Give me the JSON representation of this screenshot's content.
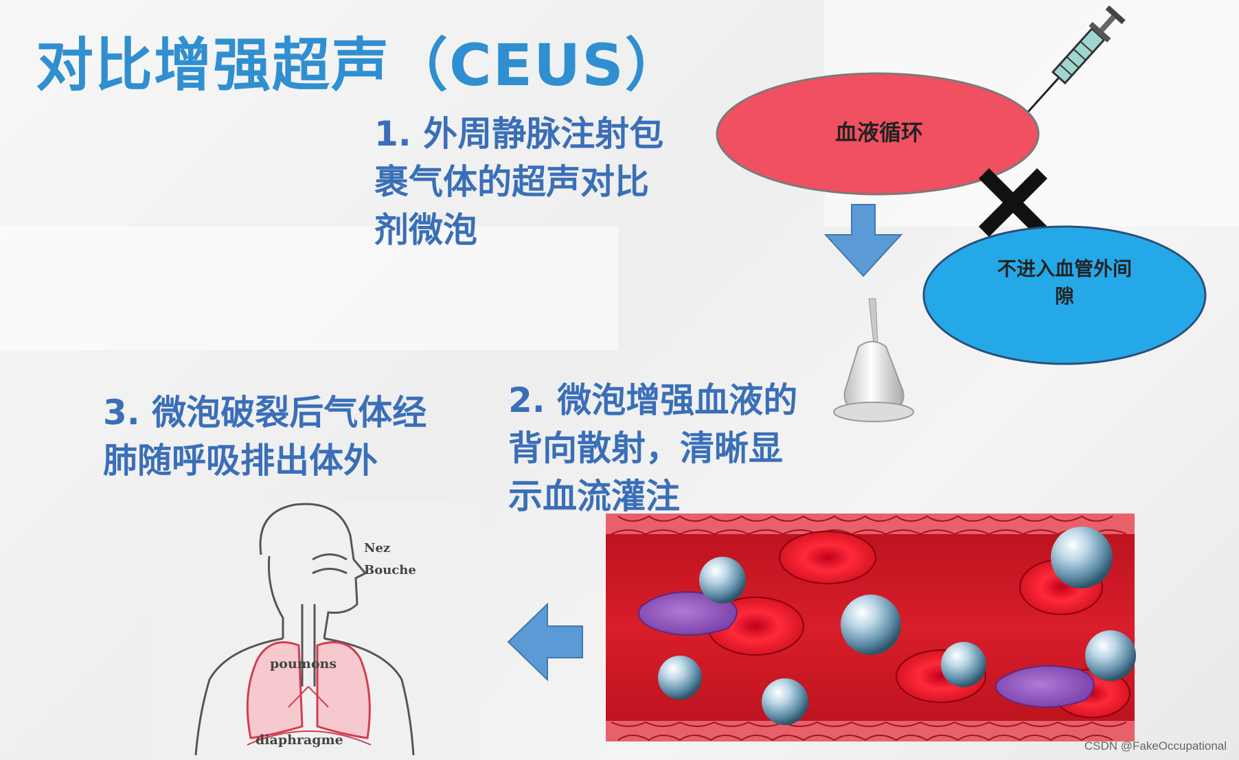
{
  "title": "对比增强超声（CEUS）",
  "steps": {
    "step1": [
      "1. 外周静脉注射包",
      "裹气体的超声对比",
      "剂微泡"
    ],
    "step2": [
      "2. 微泡增强血液的",
      "背向散射，清晰显",
      "示血流灌注"
    ],
    "step3": [
      "3. 微泡破裂后气体经",
      "肺随呼吸排出体外"
    ]
  },
  "diagram": {
    "red_ellipse_label": "血液循环",
    "blue_ellipse_lines": [
      "不进入血管外间",
      "隙"
    ]
  },
  "lung_labels": {
    "nez": "Nez",
    "bouche": "Bouche",
    "poumons": "poumons",
    "diaphragme": "diaphragme"
  },
  "colors": {
    "title": "#2f8fd0",
    "step_text": "#3a6fb8",
    "red_ellipse": "#f05060",
    "blue_ellipse": "#25a8e8",
    "arrow": "#5b9bd5"
  },
  "watermark": "CSDN @FakeOccupational"
}
